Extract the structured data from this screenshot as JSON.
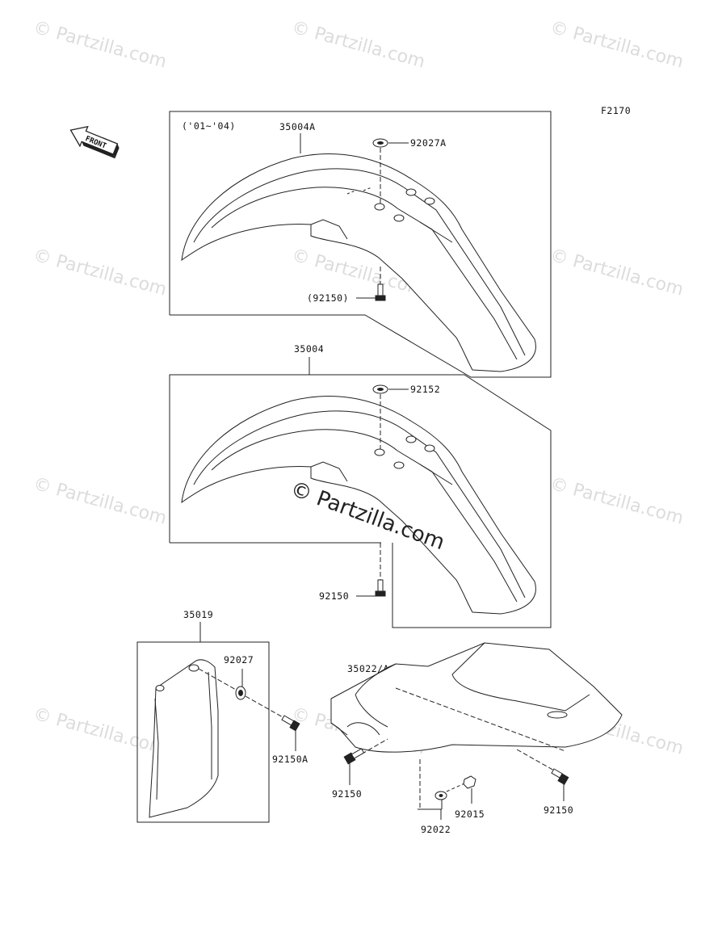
{
  "figure_code": "F2170",
  "year_range": "('01~'04)",
  "front_arrow_text": "FRONT",
  "watermark_text": "© Partzilla.com",
  "center_watermark_text": "© Partzilla.com",
  "labels": {
    "fender_35004A": "35004A",
    "grommet_92027A": "92027A",
    "bolt_92150_paren": "(92150)",
    "fender_35004": "35004",
    "grommet_92152": "92152",
    "bolt_92150_mid": "92150",
    "guard_35019": "35019",
    "grommet_92027": "92027",
    "bolt_92150A": "92150A",
    "fender_35022A": "35022/A",
    "bolt_92150_rear_left": "92150",
    "nut_92015": "92015",
    "washer_92022": "92022",
    "bolt_92150_rear_right": "92150"
  }
}
